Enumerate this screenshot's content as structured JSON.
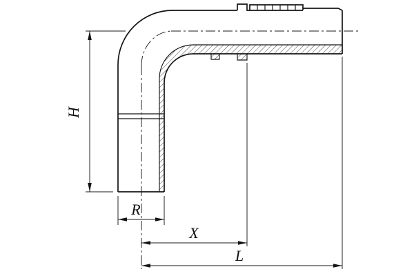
{
  "drawing": {
    "type": "technical-drawing-90-degree-elbow-hose-fitting",
    "background_color": "#ffffff",
    "line_color": "#141414",
    "dimension_labels": {
      "height": "H",
      "bend": "R",
      "intermediate": "X",
      "overall": "L"
    }
  }
}
